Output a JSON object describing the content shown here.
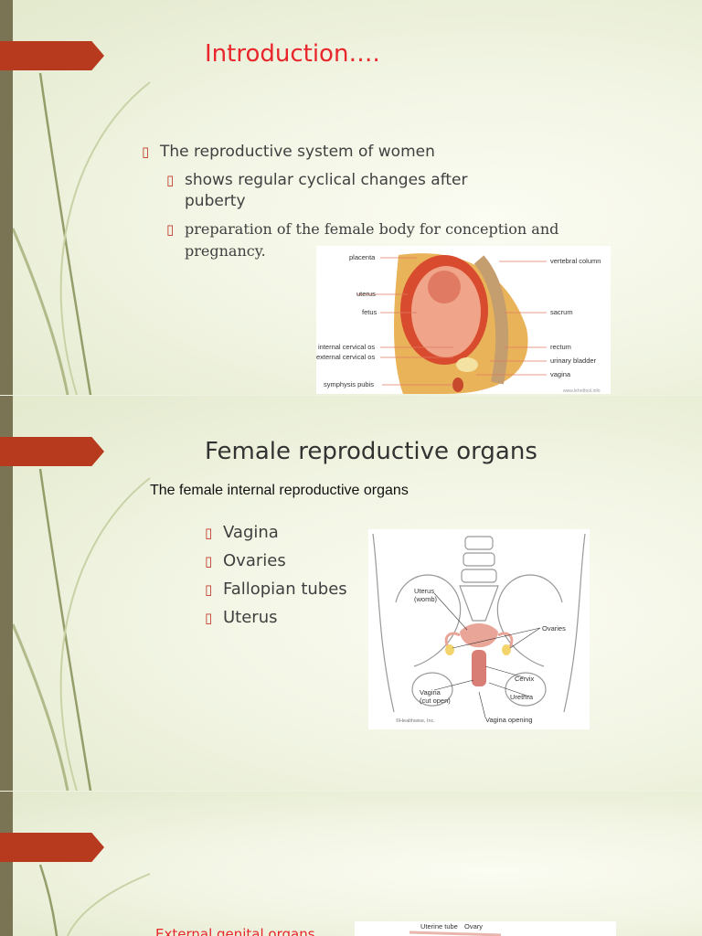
{
  "slide1": {
    "title": "Introduction….",
    "bullet_main": "The reproductive system of women",
    "sub1_line1": "shows regular cyclical changes after",
    "sub1_line2": "puberty",
    "sub2_line1": "preparation of the female body for conception and",
    "sub2_line2": "pregnancy.",
    "labels": {
      "placenta": "placenta",
      "uterus": "uterus",
      "fetus": "fetus",
      "internal_os": "internal cervical os",
      "external_os": "external cervical os",
      "symphysis": "symphysis pubis",
      "vertebral": "vertebral column",
      "sacrum": "sacrum",
      "rectum": "rectum",
      "bladder": "urinary bladder",
      "vagina": "vagina",
      "credit": "www.lehrdtool.info"
    }
  },
  "slide2": {
    "title": "Female reproductive organs",
    "subtitle": "The female internal reproductive organs",
    "organs": [
      "Vagina",
      "Ovaries",
      "Fallopian tubes",
      "Uterus"
    ],
    "labels": {
      "uterus": "Uterus",
      "womb": "(womb)",
      "ovaries": "Ovaries",
      "cervix": "Cervix",
      "vagina": "Vagina",
      "cut_open": "(cut open)",
      "urethra": "Urethra",
      "opening": "Vagina opening",
      "credit": "©Healthwise, Inc."
    }
  },
  "slide3": {
    "title": "External genital organs",
    "labels": {
      "tube": "Uterine tube",
      "ovary": "Ovary"
    }
  },
  "colors": {
    "accent": "#b73a1e",
    "title_red": "#e8262b",
    "bar": "#7a7455"
  }
}
